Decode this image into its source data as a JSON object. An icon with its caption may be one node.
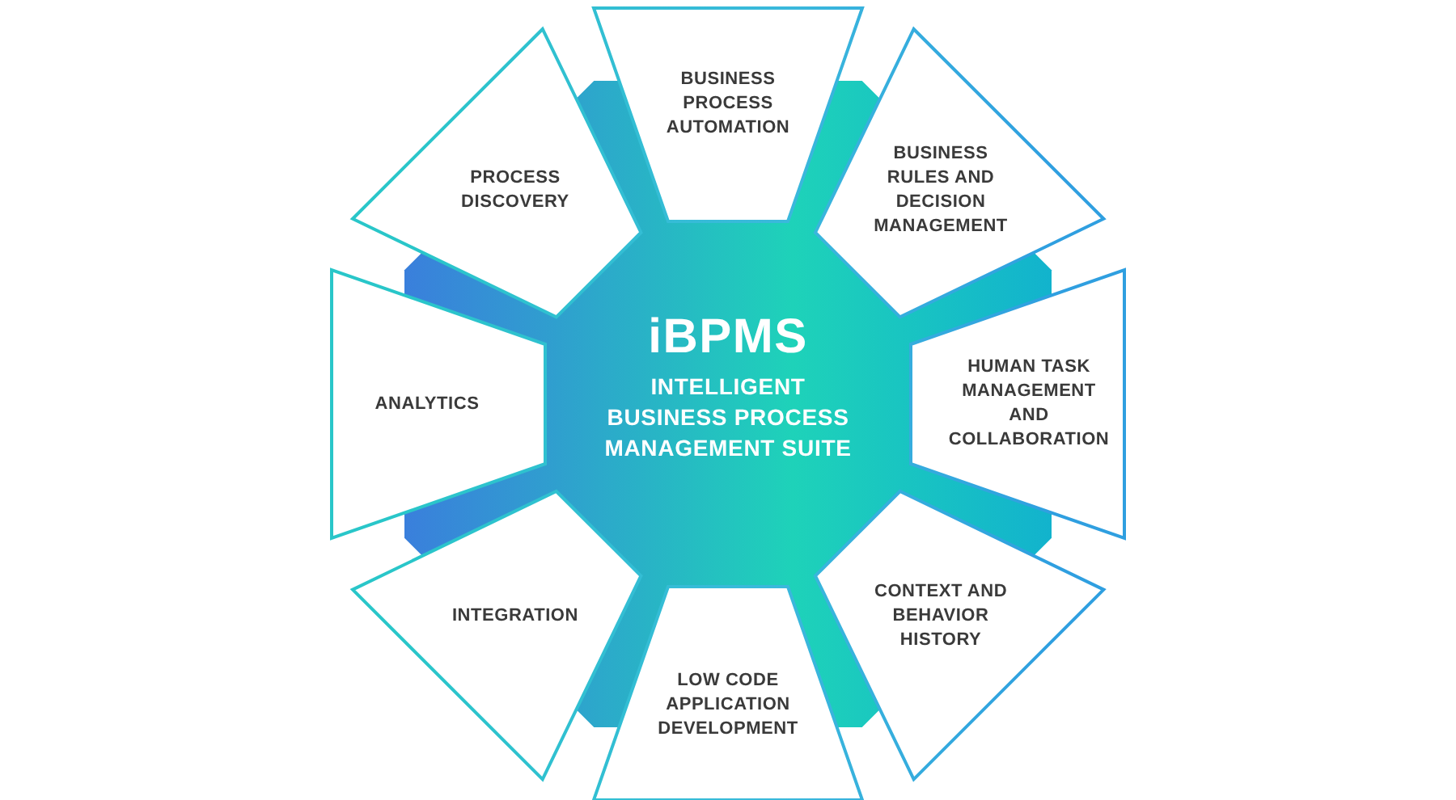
{
  "diagram": {
    "nodes": [
      {
        "text": [
          "iBPMS",
          "INTELLIGENT BUSINESS PROCESS MANAGEMENT SUITE"
        ]
      },
      {
        "text": [
          "BUSINESS PROCESS AUTOMATION"
        ]
      },
      {
        "text": [
          "BUSINESS RULES AND DECISION MANAGEMENT"
        ]
      },
      {
        "text": [
          "HUMAN TASK MANAGEMENT AND COLLABORATION"
        ]
      },
      {
        "text": [
          "CONTEXT AND BEHAVIOR HISTORY"
        ]
      },
      {
        "text": [
          "LOW CODE APPLICATION DEVELOPMENT"
        ]
      },
      {
        "text": [
          "INTEGRATION"
        ]
      },
      {
        "text": [
          "ANALYTICS"
        ]
      },
      {
        "text": [
          "PROCESS DISCOVERY"
        ]
      }
    ]
  }
}
